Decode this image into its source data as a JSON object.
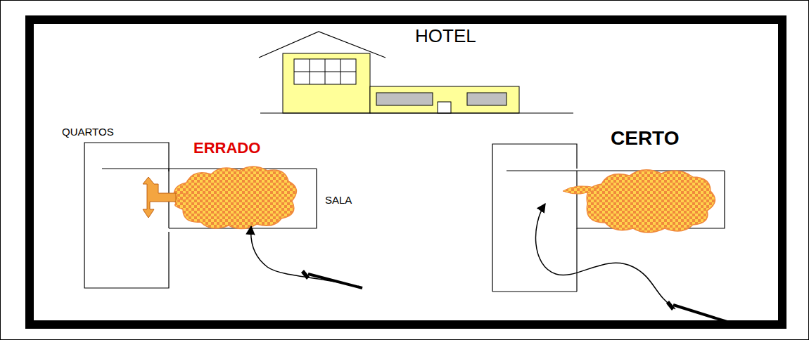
{
  "diagram": {
    "labels": [
      "HOTEL",
      "QUARTOS",
      "ERRADO",
      "SALA",
      "CERTO"
    ]
  }
}
